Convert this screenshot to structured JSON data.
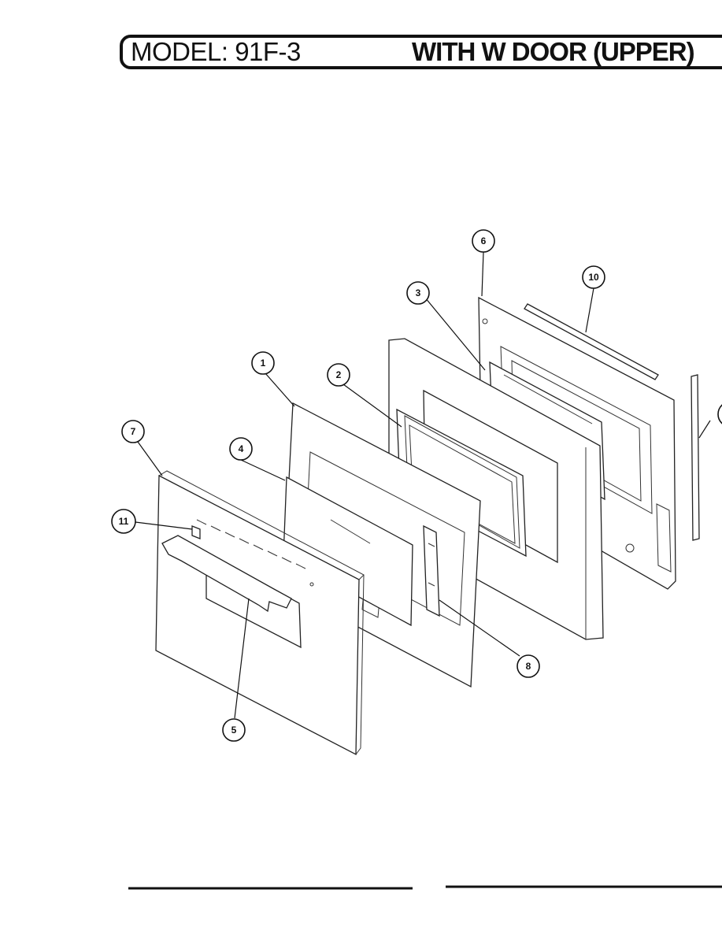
{
  "header": {
    "model_label": "MODEL: 91F-3",
    "section_title": "WITH W DOOR (UPPER)"
  },
  "callouts": [
    {
      "id": "callout-1",
      "label": "1"
    },
    {
      "id": "callout-2",
      "label": "2"
    },
    {
      "id": "callout-3",
      "label": "3"
    },
    {
      "id": "callout-4",
      "label": "4"
    },
    {
      "id": "callout-5",
      "label": "5"
    },
    {
      "id": "callout-6",
      "label": "6"
    },
    {
      "id": "callout-7",
      "label": "7"
    },
    {
      "id": "callout-8",
      "label": "8"
    },
    {
      "id": "callout-10",
      "label": "10"
    },
    {
      "id": "callout-11",
      "label": "11"
    }
  ]
}
